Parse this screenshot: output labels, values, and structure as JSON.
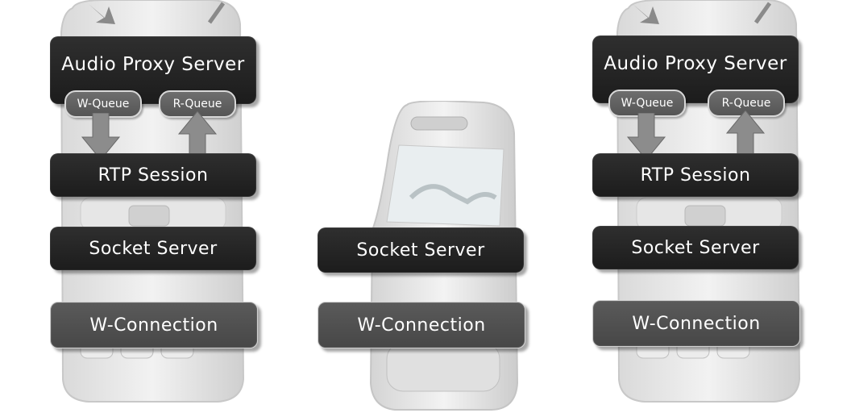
{
  "left": {
    "proxy": "Audio Proxy Server",
    "wqueue": "W-Queue",
    "rqueue": "R-Queue",
    "rtp": "RTP Session",
    "socket": "Socket Server",
    "conn": "W-Connection"
  },
  "middle": {
    "socket": "Socket Server",
    "conn": "W-Connection"
  },
  "right": {
    "proxy": "Audio Proxy Server",
    "wqueue": "W-Queue",
    "rqueue": "R-Queue",
    "rtp": "RTP Session",
    "socket": "Socket Server",
    "conn": "W-Connection"
  }
}
